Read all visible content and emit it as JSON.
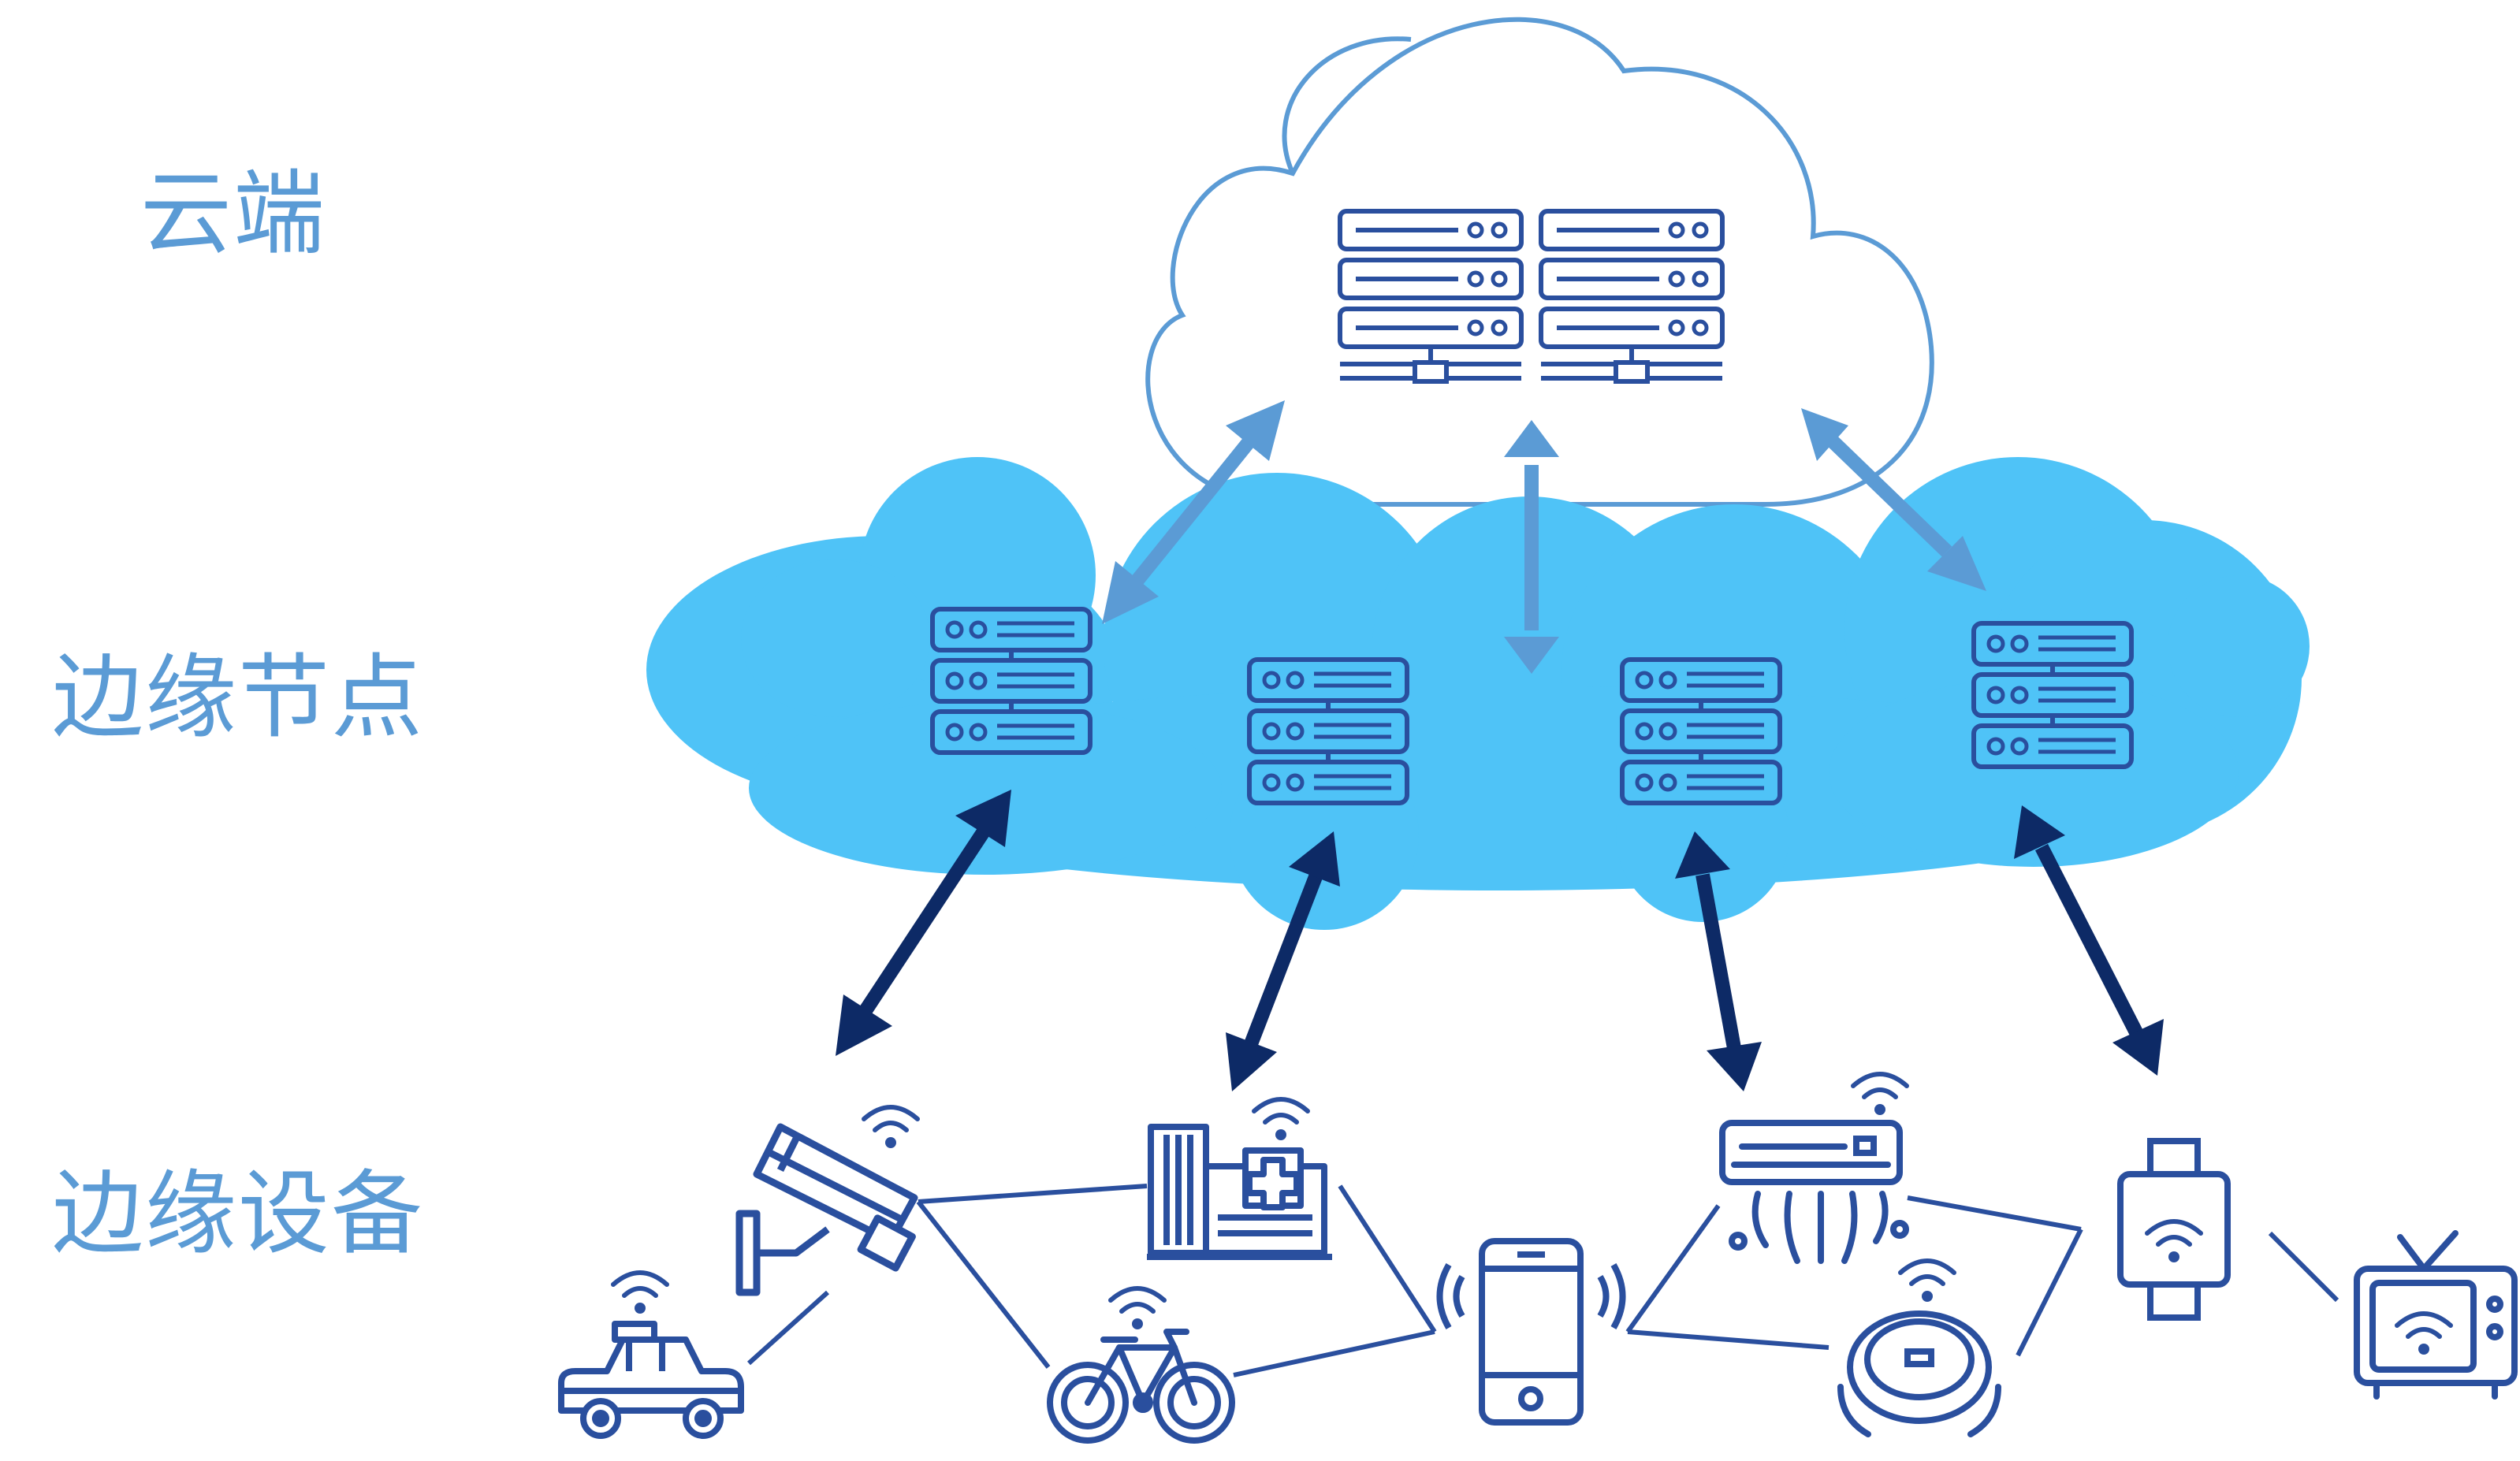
{
  "labels": {
    "cloud": "云端",
    "edge_nodes": "边缘节点",
    "edge_devices": "边缘设备"
  },
  "colors": {
    "label": "#5b9bd5",
    "cloud_outline": "#5b9bd5",
    "edge_cloud_fill": "#4fc3f7",
    "icon_stroke": "#2a4f9e",
    "arrow_cloud_edge": "#5b9bd5",
    "arrow_edge_device": "#0d2a66",
    "device_link": "#2a4f9e"
  },
  "icons": {
    "cloud_servers": [
      "server-rack-icon",
      "server-rack-icon"
    ],
    "edge_nodes": [
      "server-icon",
      "server-icon",
      "server-icon",
      "server-icon"
    ],
    "devices": [
      "security-camera-icon",
      "hospital-building-icon",
      "smartphone-icon",
      "air-conditioner-icon",
      "smartwatch-icon",
      "taxi-icon",
      "bicycle-icon",
      "robot-vacuum-icon",
      "television-icon",
      "wifi-icon"
    ]
  }
}
